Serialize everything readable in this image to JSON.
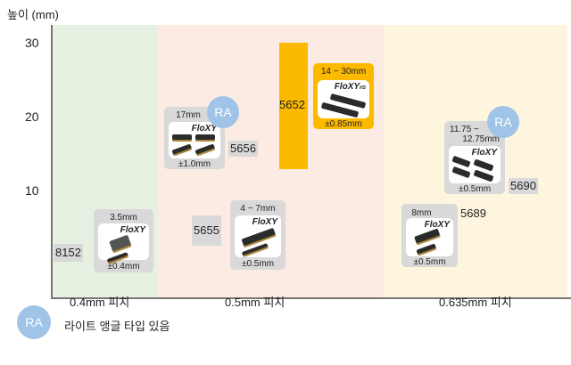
{
  "y_axis": {
    "title": "높이 (mm)",
    "ticks": [
      "30",
      "20",
      "10"
    ]
  },
  "pitches": [
    "0.4mm 피치",
    "0.5mm 피치",
    "0.635mm 피치"
  ],
  "colors": {
    "pitch_04": "#e6f1e1",
    "pitch_05": "#fbebe2",
    "pitch_0635": "#fdf5dd",
    "highlight": "#fbb900",
    "ra": "#9fc4e8",
    "card": "#d9d9d9"
  },
  "products": [
    {
      "id": "8152",
      "height": "3.5mm",
      "tolerance": "±0.4mm",
      "brand": "FloXY",
      "ra": false
    },
    {
      "id": "5655",
      "height": "4 ~ 7mm",
      "tolerance": "±0.5mm",
      "brand": "FloXY",
      "ra": false
    },
    {
      "id": "5656",
      "height": "17mm",
      "tolerance": "±1.0mm",
      "brand": "FloXY",
      "ra": true
    },
    {
      "id": "5652",
      "height": "14 ~ 30mm",
      "tolerance": "±0.85mm",
      "brand": "FloXY",
      "brand_sub": "HS",
      "ra": false
    },
    {
      "id": "5690",
      "height": "11.75 ~ 12.75mm",
      "height_line1": "11.75 ~",
      "height_line2": "12.75mm",
      "tolerance": "±0.5mm",
      "brand": "FloXY",
      "ra": true
    },
    {
      "id": "5689",
      "height": "8mm",
      "tolerance": "±0.5mm",
      "brand": "FloXY",
      "ra": false
    }
  ],
  "legend": {
    "badge": "RA",
    "text": "라이트 앵글 타입 있음"
  }
}
